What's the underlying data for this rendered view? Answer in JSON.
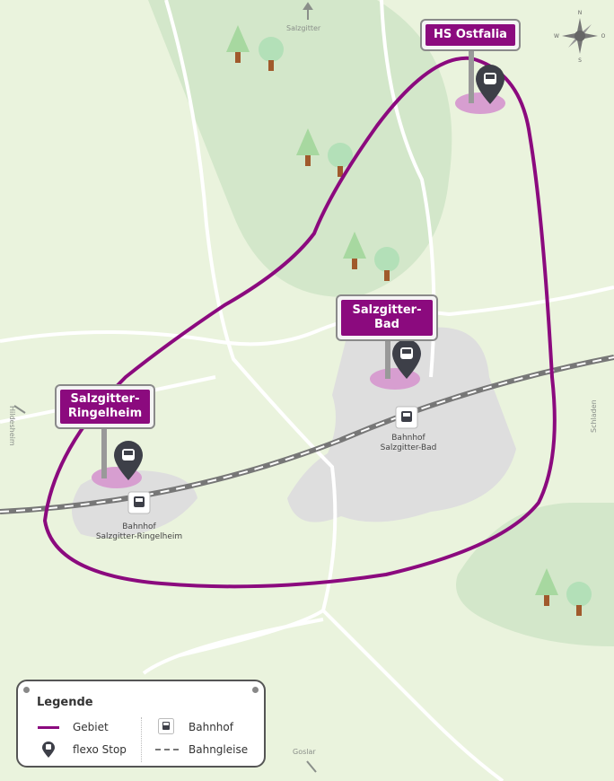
{
  "map": {
    "signs": [
      {
        "label": "HS Ostfalia"
      },
      {
        "label": "Salzgitter-Bad"
      },
      {
        "label": "Salzgitter-Ringelheim"
      }
    ],
    "stations": [
      {
        "line1": "Bahnhof",
        "line2": "Salzgitter-Bad"
      },
      {
        "line1": "Bahnhof",
        "line2": "Salzgitter-Ringelheim"
      }
    ],
    "directions": {
      "north": "Salzgitter",
      "west": "Hildesheim",
      "east": "Schladen",
      "south": "Goslar"
    },
    "compass": {
      "n": "N",
      "w": "W",
      "o": "O",
      "s": "S"
    }
  },
  "legend": {
    "title": "Legende",
    "items": [
      {
        "label": "Gebiet",
        "icon": "area-line-icon"
      },
      {
        "label": "flexo Stop",
        "icon": "stop-pin-icon"
      },
      {
        "label": "Bahnhof",
        "icon": "train-station-icon"
      },
      {
        "label": "Bahngleise",
        "icon": "railway-line-icon"
      }
    ]
  },
  "colors": {
    "area": "#8b0a7e",
    "background": "#eaf3dd",
    "forest": "#d3e7ca",
    "town": "#dedede"
  }
}
